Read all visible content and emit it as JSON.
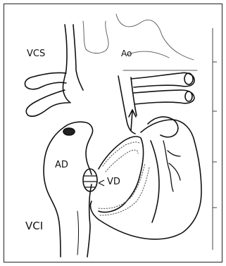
{
  "figure": {
    "labels": {
      "vcs": "VCS",
      "ao": "Ao",
      "ad": "AD",
      "vd": "VD",
      "vci": "VCI"
    }
  }
}
